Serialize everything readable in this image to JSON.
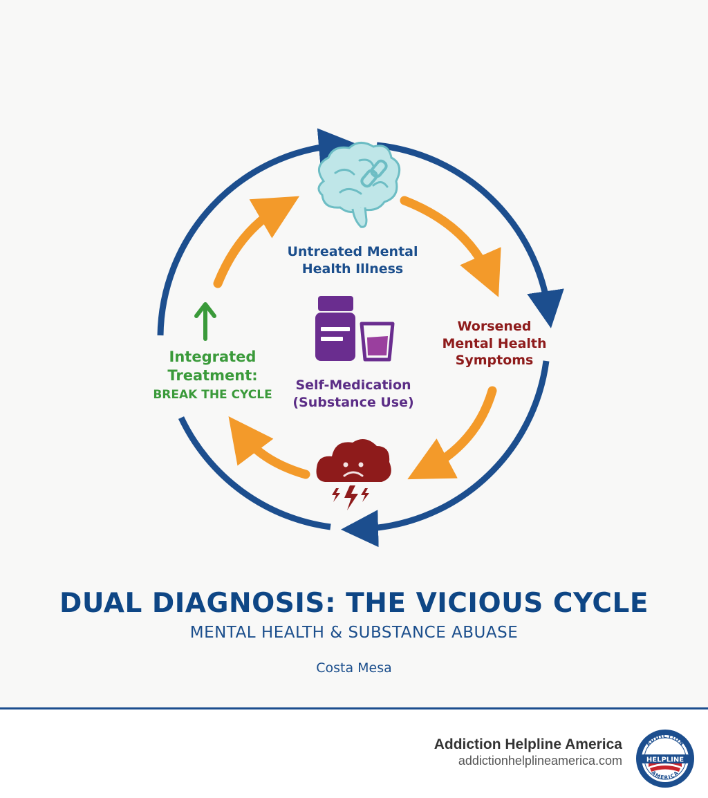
{
  "diagram": {
    "nodes": {
      "untreated": {
        "line1": "Untreated Mental",
        "line2": "Health Illness",
        "icon": "brain-chain-icon"
      },
      "worsened": {
        "line1": "Worsened",
        "line2": "Mental Health",
        "line3": "Symptoms",
        "icon": "storm-cloud-icon"
      },
      "self_medication": {
        "line1": "Self-Medication",
        "line2": "(Substance Use)",
        "icon": "pill-bottle-and-glass-icon"
      },
      "integrated": {
        "line1": "Integrated",
        "line2": "Treatment:",
        "line3": "BREAK THE CYCLE",
        "icon": "up-arrow-icon"
      }
    },
    "colors": {
      "outer_arrows": "#1c4e8e",
      "inner_arrows": "#f39a2a",
      "untreated": "#1b4e8c",
      "worsened": "#8e1b1b",
      "self_medication": "#5b2d86",
      "integrated": "#3a9a3a",
      "brain": "#8fd1d6"
    }
  },
  "title": "DUAL DIAGNOSIS: THE VICIOUS CYCLE",
  "subtitle": "MENTAL HEALTH & SUBSTANCE ABUASE",
  "location": "Costa Mesa",
  "footer": {
    "brand_name": "Addiction Helpline America",
    "brand_url": "addictionhelplineamerica.com",
    "badge": {
      "top_text": "ADDICTION",
      "middle_text": "HELPLINE",
      "bottom_text": "AMERICA"
    }
  }
}
